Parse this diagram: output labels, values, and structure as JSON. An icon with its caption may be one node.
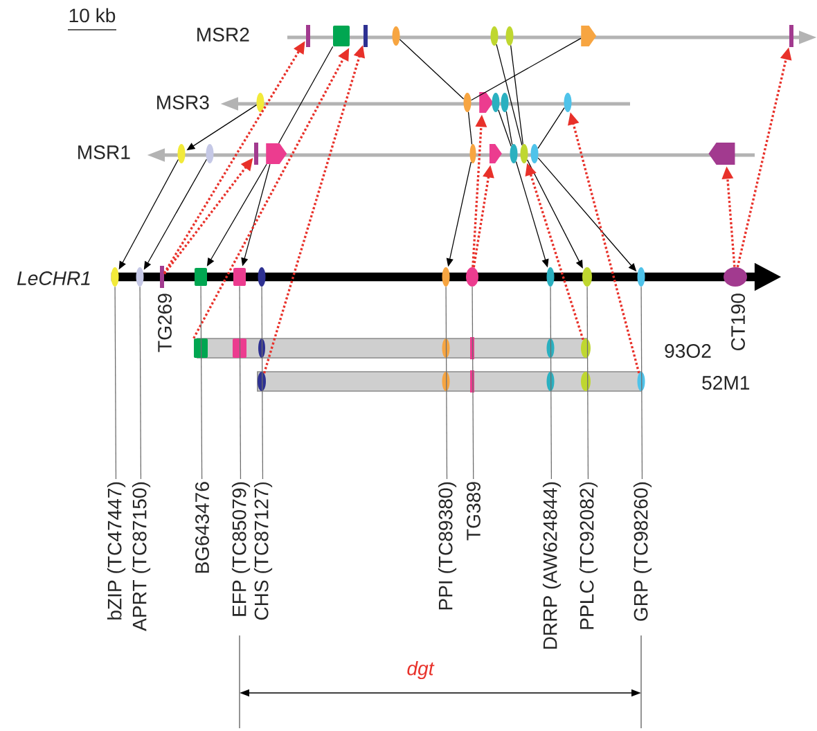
{
  "diagram": {
    "nodes": [
      {
        "text": [],
        "shape": "bar"
      },
      {
        "text": [],
        "shape": "box"
      },
      {
        "text": [],
        "shape": "bar"
      },
      {
        "text": [],
        "shape": "oval"
      },
      {
        "text": [],
        "shape": "oval"
      },
      {
        "text": [],
        "shape": "oval"
      },
      {
        "text": [],
        "shape": "pentagon"
      },
      {
        "text": [],
        "shape": "bar"
      },
      {
        "text": [],
        "shape": "oval"
      },
      {
        "text": [],
        "shape": "oval"
      },
      {
        "text": [],
        "shape": "pentagon"
      },
      {
        "text": [],
        "shape": "oval"
      },
      {
        "text": [],
        "shape": "oval"
      },
      {
        "text": [],
        "shape": "oval"
      },
      {
        "text": [],
        "shape": "oval"
      },
      {
        "text": [],
        "shape": "oval"
      },
      {
        "text": [],
        "shape": "bar"
      },
      {
        "text": [],
        "shape": "pentagon"
      },
      {
        "text": [],
        "shape": "oval"
      },
      {
        "text": [],
        "shape": "pentagon"
      },
      {
        "text": [],
        "shape": "oval"
      },
      {
        "text": [],
        "shape": "oval"
      },
      {
        "text": [],
        "shape": "oval"
      },
      {
        "text": [],
        "shape": "pentagon"
      },
      {
        "text": [],
        "shape": "arrow"
      },
      {
        "text": [],
        "shape": "oval",
        "in": 24
      },
      {
        "text": [],
        "shape": "oval",
        "in": 24
      },
      {
        "text": [],
        "shape": "bar",
        "in": 24,
        "beside": [
          "TG269"
        ]
      },
      {
        "text": [],
        "shape": "box",
        "in": 24
      },
      {
        "text": [],
        "shape": "box",
        "in": 24
      },
      {
        "text": [],
        "shape": "oval",
        "in": 24
      },
      {
        "text": [],
        "shape": "oval",
        "in": 24
      },
      {
        "text": [],
        "shape": "oval",
        "in": 24
      },
      {
        "text": [],
        "shape": "oval",
        "in": 24
      },
      {
        "text": [],
        "shape": "oval",
        "in": 24
      },
      {
        "text": [],
        "shape": "oval",
        "in": 24
      },
      {
        "text": [],
        "shape": "oval",
        "in": 24,
        "beside": [
          "CT190"
        ]
      },
      {
        "text": [],
        "shape": "bar"
      },
      {
        "text": [],
        "shape": "box",
        "in": 37
      },
      {
        "text": [],
        "shape": "box",
        "in": 37
      },
      {
        "text": [],
        "shape": "oval",
        "in": 37
      },
      {
        "text": [],
        "shape": "oval",
        "in": 37
      },
      {
        "text": [],
        "shape": "bar",
        "in": 37
      },
      {
        "text": [],
        "shape": "oval",
        "in": 37
      },
      {
        "text": [],
        "shape": "oval",
        "in": 37
      },
      {
        "text": [],
        "shape": "bar"
      },
      {
        "text": [],
        "shape": "oval",
        "in": 45
      },
      {
        "text": [],
        "shape": "oval",
        "in": 45
      },
      {
        "text": [],
        "shape": "bar",
        "in": 45
      },
      {
        "text": [],
        "shape": "oval",
        "in": 45
      },
      {
        "text": [],
        "shape": "oval",
        "in": 45
      },
      {
        "text": [],
        "shape": "oval",
        "in": 45
      },
      {
        "text": [
          "bZIP (TC47447)"
        ]
      },
      {
        "text": [
          "APRT (TC87150)"
        ]
      },
      {
        "text": [
          "BG643476"
        ]
      },
      {
        "text": [
          "EFP (TC85079)"
        ]
      },
      {
        "text": [
          "CHS (TC87127)"
        ]
      },
      {
        "text": [
          "PPI (TC89380)"
        ]
      },
      {
        "text": [
          "TG389"
        ]
      },
      {
        "text": [
          "DRRP (AW624844)"
        ]
      },
      {
        "text": [
          "PPLC (TC92082)"
        ]
      },
      {
        "text": [
          "GRP (TC98260)"
        ]
      }
    ],
    "edges": [
      {
        "from": 8,
        "to": 14,
        "arrow": "to"
      },
      {
        "from": 14,
        "to": 25,
        "arrow": "to"
      },
      {
        "from": 15,
        "to": 26,
        "arrow": "to"
      },
      {
        "from": 1,
        "to": 17,
        "arrow": "none"
      },
      {
        "from": 17,
        "to": 29,
        "arrow": "to"
      },
      {
        "from": 3,
        "to": 9,
        "arrow": "none"
      },
      {
        "from": 6,
        "to": 9,
        "arrow": "none"
      },
      {
        "from": 9,
        "to": 18,
        "arrow": "none"
      },
      {
        "from": 18,
        "to": 31,
        "arrow": "to"
      },
      {
        "from": 4,
        "to": 21,
        "arrow": "none"
      },
      {
        "from": 5,
        "to": 21,
        "arrow": "none"
      },
      {
        "from": 11,
        "to": 20,
        "arrow": "none"
      },
      {
        "from": 12,
        "to": 20,
        "arrow": "none"
      },
      {
        "from": 22,
        "to": 13,
        "arrow": "none"
      },
      {
        "from": 20,
        "to": 33,
        "arrow": "to"
      },
      {
        "from": 21,
        "to": 34,
        "arrow": "to"
      },
      {
        "from": 22,
        "to": 35,
        "arrow": "to"
      },
      {
        "from": 27,
        "to": 16,
        "arrow": "to",
        "style": "dashed",
        "color": "#e8312a"
      },
      {
        "from": 27,
        "to": 0,
        "arrow": "to",
        "style": "dashed",
        "color": "#e8312a"
      },
      {
        "from": 38,
        "to": 1,
        "arrow": "to",
        "style": "dashed",
        "color": "#e8312a"
      },
      {
        "from": 46,
        "to": 2,
        "arrow": "to",
        "style": "dashed",
        "color": "#e8312a"
      },
      {
        "from": 32,
        "to": 10,
        "arrow": "to",
        "style": "dashed",
        "color": "#e8312a"
      },
      {
        "from": 32,
        "to": 19,
        "arrow": "to",
        "style": "dashed",
        "color": "#e8312a"
      },
      {
        "from": 44,
        "to": 21,
        "arrow": "to",
        "style": "dashed",
        "color": "#e8312a"
      },
      {
        "from": 51,
        "to": 13,
        "arrow": "to",
        "style": "dashed",
        "color": "#e8312a"
      },
      {
        "from": 36,
        "to": 23,
        "arrow": "to",
        "style": "dashed",
        "color": "#e8312a"
      },
      {
        "from": 36,
        "to": 7,
        "arrow": "to",
        "style": "dashed",
        "color": "#e8312a"
      },
      {
        "from": 52,
        "to": 25,
        "arrow": "none",
        "color": "#6d6d6d"
      },
      {
        "from": 53,
        "to": 26,
        "arrow": "none",
        "color": "#6d6d6d"
      },
      {
        "from": 54,
        "to": 28,
        "arrow": "none",
        "color": "#6d6d6d"
      },
      {
        "from": 55,
        "to": 29,
        "arrow": "none",
        "color": "#6d6d6d"
      },
      {
        "from": 56,
        "to": 30,
        "arrow": "none",
        "color": "#6d6d6d"
      },
      {
        "from": 57,
        "to": 31,
        "arrow": "none",
        "color": "#6d6d6d"
      },
      {
        "from": 58,
        "to": 32,
        "arrow": "none",
        "color": "#6d6d6d"
      },
      {
        "from": 59,
        "to": 33,
        "arrow": "none",
        "color": "#6d6d6d"
      },
      {
        "from": 60,
        "to": 34,
        "arrow": "none",
        "color": "#6d6d6d"
      },
      {
        "from": 61,
        "to": 35,
        "arrow": "none",
        "color": "#6d6d6d"
      },
      {
        "from": 17,
        "to": 28,
        "arrow": "to"
      }
    ],
    "labels": [
      "10 kb",
      "MSR2",
      "MSR3",
      "MSR1",
      "LeCHR1",
      "93O2",
      "52M1",
      "dgt"
    ]
  }
}
